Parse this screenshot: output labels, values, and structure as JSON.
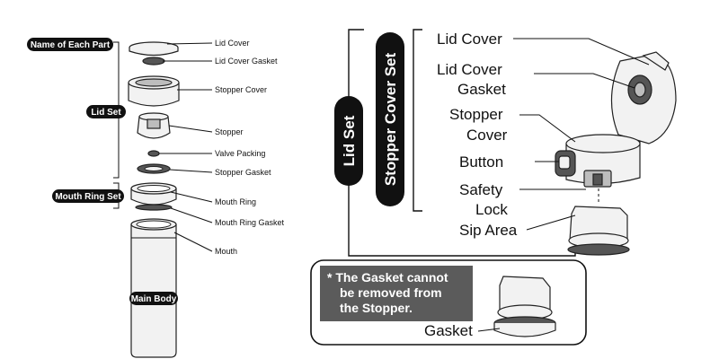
{
  "left": {
    "badges": {
      "name_of_each_part": "Name of Each Part",
      "lid_set": "Lid Set",
      "mouth_ring_set": "Mouth Ring Set",
      "main_body": "Main Body"
    },
    "labels": {
      "lid_cover": "Lid Cover",
      "lid_cover_gasket": "Lid Cover Gasket",
      "stopper_cover": "Stopper Cover",
      "stopper": "Stopper",
      "valve_packing": "Valve Packing",
      "stopper_gasket": "Stopper Gasket",
      "mouth_ring": "Mouth Ring",
      "mouth_ring_gasket": "Mouth Ring Gasket",
      "mouth": "Mouth"
    }
  },
  "right": {
    "badges": {
      "lid_set": "Lid Set",
      "stopper_cover_set": "Stopper Cover Set"
    },
    "labels": {
      "lid_cover": "Lid Cover",
      "lid_cover_gasket_1": "Lid Cover",
      "lid_cover_gasket_2": "Gasket",
      "stopper_cover_1": "Stopper",
      "stopper_cover_2": "Cover",
      "button": "Button",
      "safety_lock_1": "Safety",
      "safety_lock_2": "Lock",
      "sip_area": "Sip Area"
    },
    "note": {
      "line1": "* The Gasket cannot",
      "line2": "be removed from",
      "line3": "the Stopper.",
      "gasket": "Gasket"
    }
  }
}
